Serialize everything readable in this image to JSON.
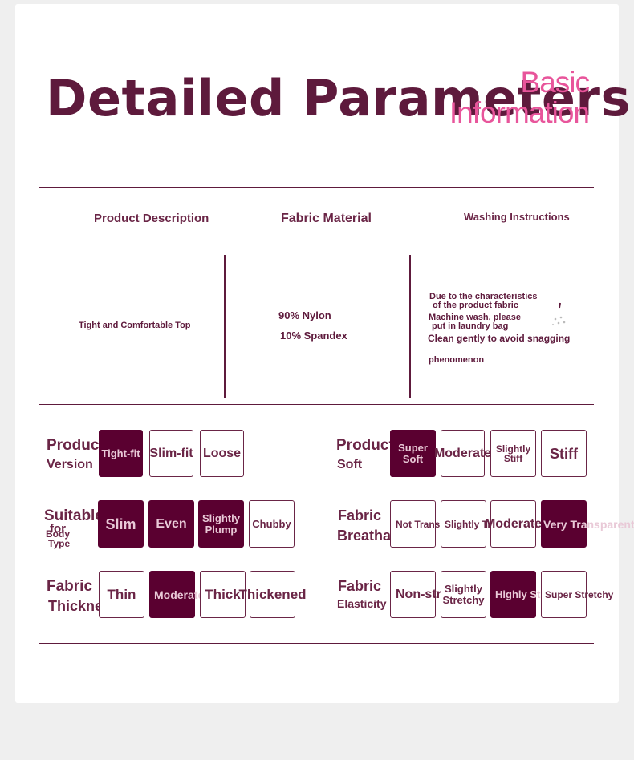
{
  "header": {
    "title": "Detailed Parameters",
    "tag_line1": "Basic",
    "tag_line2": "Information"
  },
  "columns": {
    "description_heading": "Product Description",
    "material_heading": "Fabric Material",
    "washing_heading": "Washing Instructions"
  },
  "info": {
    "description": "Tight and Comfortable Top",
    "material_line1": "90% Nylon",
    "material_line2": "10% Spandex",
    "washing_line1": "Due to the characteristics",
    "washing_line2": "of the product fabric",
    "washing_line3": "Machine wash, please",
    "washing_line4": "put in laundry bag",
    "washing_line5": "Clean gently to avoid snagging",
    "washing_line6": "phenomenon"
  },
  "params": {
    "version": {
      "label1": "Product",
      "label2": "Version",
      "options": [
        "Tight-fit",
        "Slim-fit",
        "Loose"
      ],
      "selected": "Tight-fit"
    },
    "soft": {
      "label1": "Product",
      "label2": "Soft",
      "options": [
        "Super Soft",
        "Moderate",
        "Slightly Stiff",
        "Stiff"
      ],
      "selected": "Super Soft"
    },
    "body_type": {
      "label1": "Suitable",
      "label2": "for",
      "label3": "Body",
      "label4": "Type",
      "options": [
        "Slim",
        "Even",
        "Slightly Plump",
        "Chubby"
      ],
      "selected": [
        "Slim",
        "Even",
        "Slightly Plump"
      ]
    },
    "breathable": {
      "label1": "Fabric",
      "label2": "Breathable",
      "options": [
        "Not Transparent",
        "Slightly Transparent",
        "Moderate",
        "Very Transparent"
      ],
      "selected": "Very Transparent"
    },
    "thickness": {
      "label1": "Fabric",
      "label2": "Thickness",
      "options": [
        "Thin",
        "Moderate",
        "Thick",
        "Thickened"
      ],
      "selected": "Moderate"
    },
    "elasticity": {
      "label1": "Fabric",
      "label2": "Elasticity",
      "options": [
        "Non-stretch",
        "Slightly Stretchy",
        "Highly Stretchy",
        "Super Stretchy"
      ],
      "selected": "Highly Stretchy"
    }
  },
  "colors": {
    "primary": "#5e1a3c",
    "selected_fill": "#5a0030",
    "accent_pink": "#e8559b",
    "page_bg": "#efefef"
  }
}
